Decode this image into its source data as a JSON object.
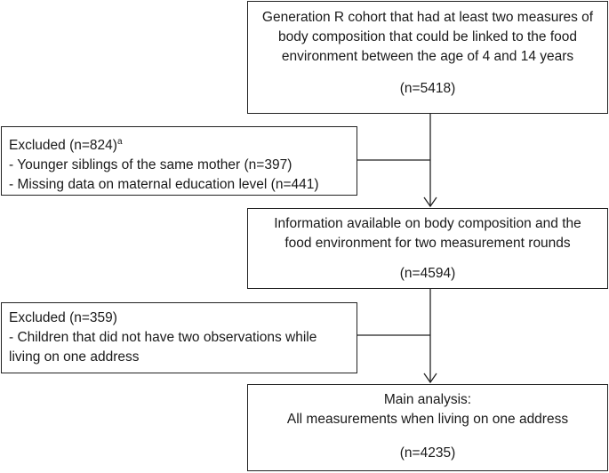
{
  "box1": {
    "text": "Generation R cohort that had at least two measures of body composition that could be linked to the food environment between the age of 4 and 14 years",
    "n": "(n=5418)"
  },
  "excl1": {
    "title": "Excluded (n=824)",
    "title_sup": "a",
    "items": [
      "- Younger siblings of the same mother (n=397)",
      "- Missing data on maternal education level (n=441)"
    ]
  },
  "box2": {
    "text": "Information available on body composition and the food environment for two measurement rounds",
    "n": "(n=4594)"
  },
  "excl2": {
    "title": "Excluded (n=359)",
    "items": [
      "- Children that did not have two observations while living on one address"
    ]
  },
  "box3": {
    "line1": "Main analysis:",
    "line2": "All measurements when living on one address",
    "n": "(n=4235)"
  }
}
